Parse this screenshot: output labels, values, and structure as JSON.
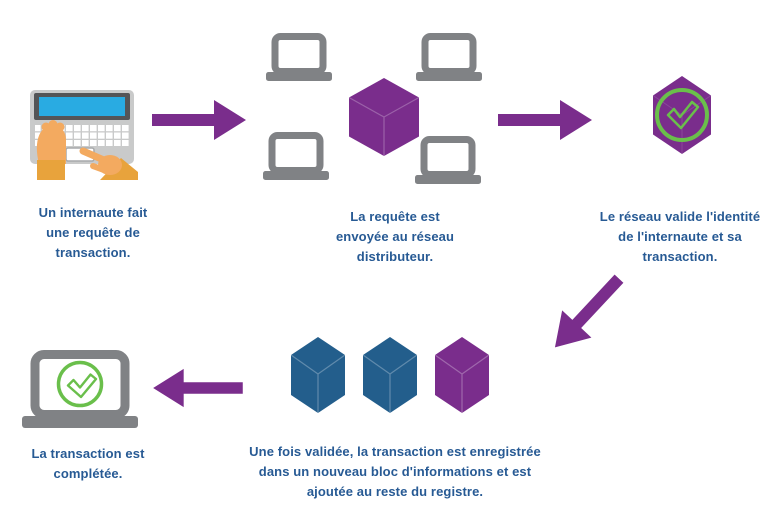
{
  "diagram": {
    "name": "blockchain-transaction-process",
    "language": "fr",
    "colors": {
      "arrow_purple": "#7a2d8c",
      "cube_blue": "#235e8c",
      "cube_purple": "#7a2d8c",
      "caption_text_blue": "#275a94",
      "laptop_gray": "#808285",
      "check_green": "#6abf4b",
      "screen_blue": "#29abe2",
      "sleeve_orange": "#e8a33c",
      "hand_skin": "#f3aa60"
    },
    "steps": [
      {
        "id": 1,
        "icon": "typing-hands-icon",
        "lines": [
          "Un internaute fait",
          "une requête de",
          "transaction."
        ]
      },
      {
        "id": 2,
        "icon": "network-cube-icon",
        "lines": [
          "La requête est",
          "envoyée au réseau",
          "distributeur."
        ]
      },
      {
        "id": 3,
        "icon": "hexagon-check-icon",
        "lines": [
          "Le réseau valide l'identité",
          "de l'internaute et sa",
          "transaction."
        ]
      },
      {
        "id": 4,
        "icon": "blockchain-cubes-icon",
        "lines": [
          "Une fois validée, la transaction est enregistrée",
          "dans un nouveau bloc d'informations et est",
          "ajoutée au reste du registre."
        ]
      },
      {
        "id": 5,
        "icon": "laptop-check-icon",
        "lines": [
          "La transaction est",
          "complétée."
        ]
      }
    ],
    "arrows": [
      {
        "id": "arrow-1",
        "direction": "right"
      },
      {
        "id": "arrow-2",
        "direction": "right"
      },
      {
        "id": "arrow-3",
        "direction": "down-left"
      },
      {
        "id": "arrow-4",
        "direction": "left"
      }
    ]
  }
}
